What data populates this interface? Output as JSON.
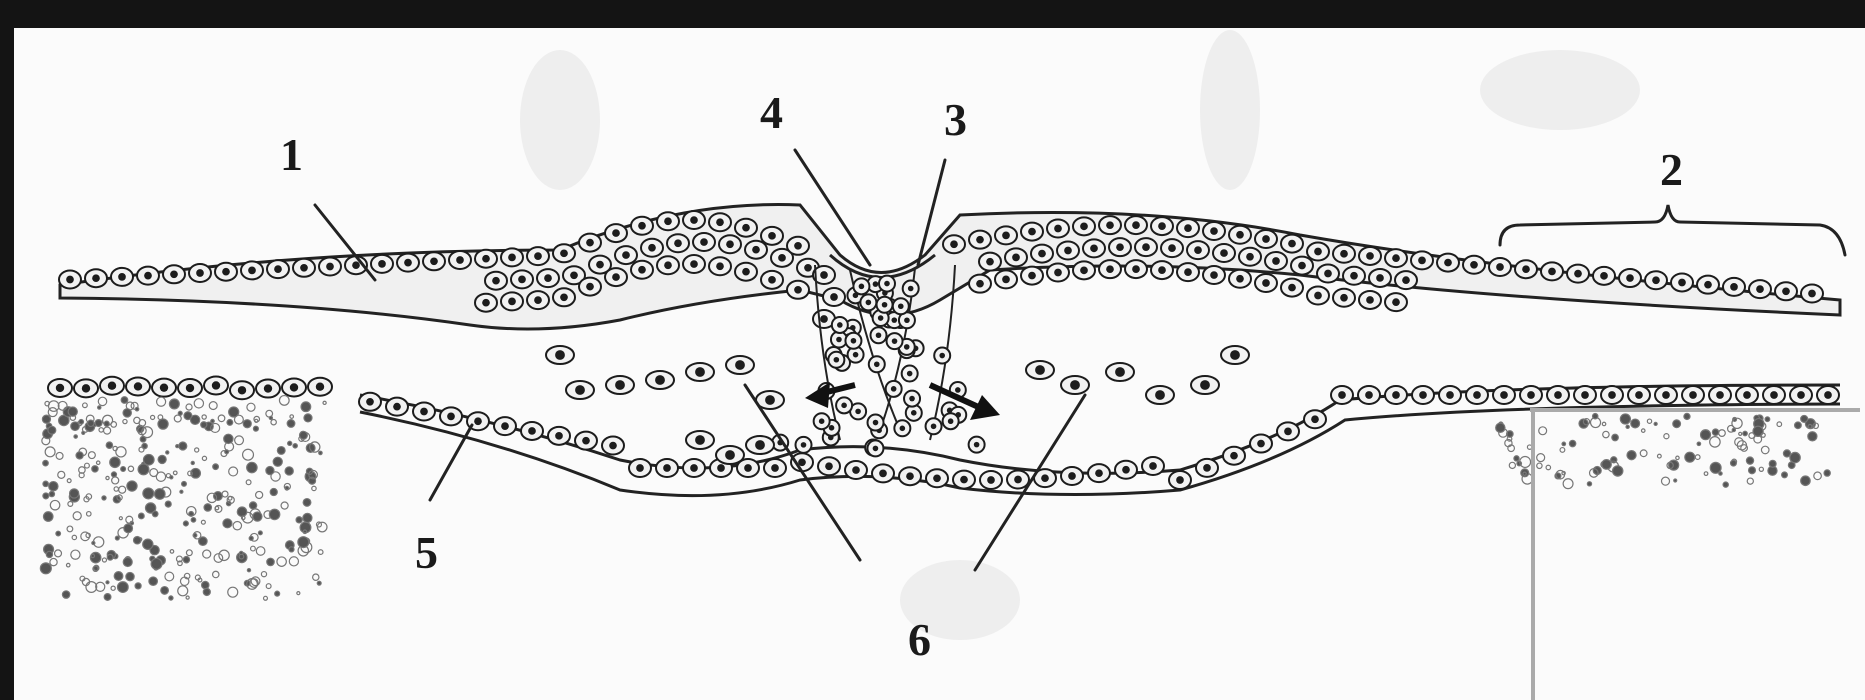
{
  "labels": {
    "l1": "1",
    "l2": "2",
    "l3": "3",
    "l4": "4",
    "l5": "5",
    "l6": "6"
  },
  "colors": {
    "ink": "#1a1a1a",
    "paper": "#fbfbfb",
    "border": "#141414",
    "cellFill": "#f2f2f2",
    "nucleus": "#1c1c1c"
  }
}
